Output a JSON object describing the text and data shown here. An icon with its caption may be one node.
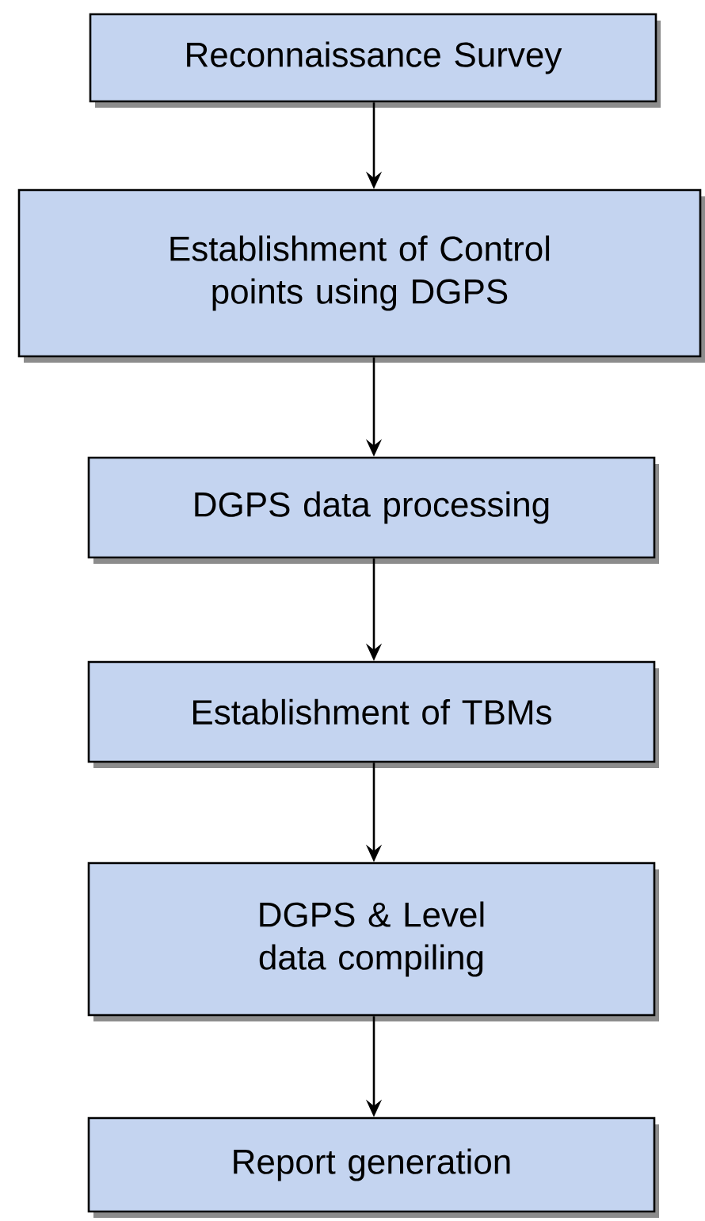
{
  "diagram": {
    "nodes": [
      {
        "text": [
          "Reconnaissance Survey"
        ]
      },
      {
        "text": [
          "Establishment of Control points using DGPS"
        ]
      },
      {
        "text": [
          "DGPS data processing"
        ]
      },
      {
        "text": [
          "Establishment of TBMs"
        ]
      },
      {
        "text": [
          "DGPS & Level data compiling"
        ]
      },
      {
        "text": [
          "Report generation"
        ]
      }
    ],
    "edges": [
      {
        "from": 0,
        "to": 1,
        "arrow": "to"
      },
      {
        "from": 1,
        "to": 2,
        "arrow": "to"
      },
      {
        "from": 2,
        "to": 3,
        "arrow": "to"
      },
      {
        "from": 3,
        "to": 4,
        "arrow": "to"
      },
      {
        "from": 4,
        "to": 5,
        "arrow": "to"
      }
    ]
  }
}
